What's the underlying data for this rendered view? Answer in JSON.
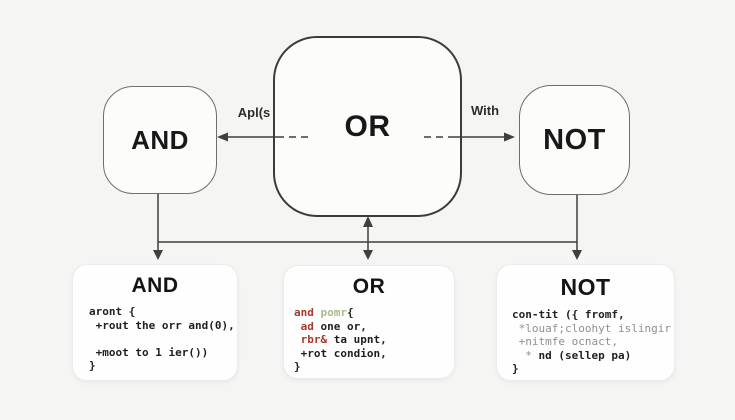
{
  "colors": {
    "background": "#f5f5f4",
    "line": "#3f3f3f",
    "node_border_light": "#6e6e6e",
    "node_border_dark": "#3b3b3b",
    "card_background": "#fefefe",
    "code_text": "#1f1f1f",
    "code_red": "#a8382e",
    "code_green": "#a9bc8b",
    "code_gray": "#8f8f8f"
  },
  "nodes": {
    "and": {
      "label": "AND"
    },
    "or": {
      "label": "OR"
    },
    "not": {
      "label": "NOT"
    }
  },
  "edges": {
    "or_to_and_label": "Apl(s",
    "or_to_not_label": "With"
  },
  "cards": {
    "and": {
      "title": "AND",
      "line1": "aront {",
      "line2": " +rout the orr and(0),",
      "line3": "",
      "line4": " +moot to 1 ier())",
      "line5": "}"
    },
    "or": {
      "title": "OR",
      "l1_kw": "and",
      "l1_fn": " pomr",
      "l1_rest": "{",
      "l2_kw": " ad",
      "l2_rest": " one or,",
      "l3_kw": " rbr&",
      "l3_rest": " ta upnt,",
      "l4": " +rot condion,",
      "l5": "}"
    },
    "not": {
      "title": "NOT",
      "l1": "con-tit ({ fromf,",
      "l2": " *louaf;cloohyt islingir",
      "l3": " +nitmfe ocnact,",
      "l4_star": "  * ",
      "l4_rest": "nd (sellep pa)",
      "l5": "}"
    }
  }
}
